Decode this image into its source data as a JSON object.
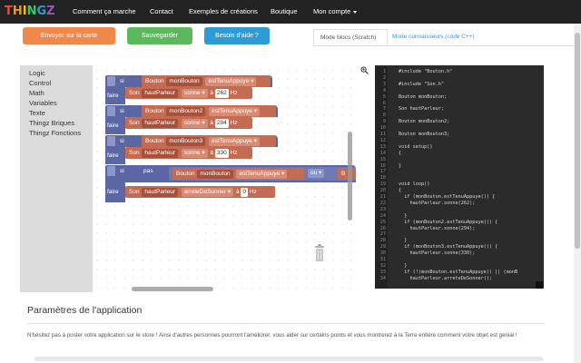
{
  "nav": {
    "logo_letters": [
      "T",
      "H",
      "I",
      "N",
      "G",
      "Z"
    ],
    "logo_colors": [
      "#e84e3c",
      "#f39c12",
      "#f1c40f",
      "#2ecc71",
      "#3498db",
      "#9b59b6"
    ],
    "links": [
      "Comment ça marche",
      "Contact",
      "Exemples de créations",
      "Boutique",
      "Mon compte"
    ]
  },
  "toolbar": {
    "send_label": "Envoyer sur la carte",
    "save_label": "Sauvegarder",
    "help_label": "Besoin d'aide ?",
    "send_color": "#f0884c",
    "save_color": "#5cb85c",
    "help_color": "#2f9bd6"
  },
  "tabs": {
    "blocks_mode": "Mode blocs (Scratch)",
    "expert_mode": "Mode connaisseurs (code C++)"
  },
  "toolbox": [
    "Logic",
    "Control",
    "Math",
    "Variables",
    "Texte",
    "Thingz Briques",
    "Thingz Fonctions"
  ],
  "blocks": {
    "si": "si",
    "faire": "faire",
    "pas": "pas",
    "bouton": "Bouton",
    "son": "Son",
    "a_label": "à",
    "hz": "Hz",
    "rows": [
      {
        "button": "monBouton",
        "cond": "estTenuAppuye ▾",
        "speaker": "hautParleur",
        "action": "sonne ▾",
        "value": "262"
      },
      {
        "button": "monBouton2",
        "cond": "estTenuAppuye ▾",
        "speaker": "hautParleur",
        "action": "sonne ▾",
        "value": "294"
      },
      {
        "button": "monBouton3",
        "cond": "estTenuAppuye ▾",
        "speaker": "hautParleur",
        "action": "sonne ▾",
        "value": "330"
      }
    ],
    "last": {
      "button": "monBouton",
      "cond": "estTenuAppuye ▾",
      "op": "ou ▾",
      "extra": "B",
      "speaker": "hautParleur",
      "action": "arreteDeSonner ▾",
      "value": "0"
    }
  },
  "code": {
    "lines": [
      {
        "n": "1",
        "t": "#include \"Bouton.h\""
      },
      {
        "n": "2",
        "t": ""
      },
      {
        "n": "3",
        "t": "#include \"Son.h\""
      },
      {
        "n": "4",
        "t": ""
      },
      {
        "n": "5",
        "t": "Bouton monBouton;"
      },
      {
        "n": "6",
        "t": ""
      },
      {
        "n": "7",
        "t": "Son hautParleur;"
      },
      {
        "n": "8",
        "t": ""
      },
      {
        "n": "9",
        "t": "Bouton monBouton2;"
      },
      {
        "n": "10",
        "t": ""
      },
      {
        "n": "11",
        "t": "Bouton monBouton3;"
      },
      {
        "n": "12",
        "t": ""
      },
      {
        "n": "13",
        "t": "void setup()"
      },
      {
        "n": "14",
        "t": "{"
      },
      {
        "n": "15",
        "t": ""
      },
      {
        "n": "16",
        "t": "}"
      },
      {
        "n": "17",
        "t": ""
      },
      {
        "n": "18",
        "t": ""
      },
      {
        "n": "19",
        "t": "void loop()"
      },
      {
        "n": "20",
        "t": "{"
      },
      {
        "n": "21",
        "t": "  if (monBouton.estTenuAppuye()) {"
      },
      {
        "n": "22",
        "t": "    hautParleur.sonne(262);"
      },
      {
        "n": "23",
        "t": ""
      },
      {
        "n": "24",
        "t": "  }"
      },
      {
        "n": "25",
        "t": "  if (monBouton2.estTenuAppuye()) {"
      },
      {
        "n": "26",
        "t": "    hautParleur.sonne(294);"
      },
      {
        "n": "27",
        "t": ""
      },
      {
        "n": "28",
        "t": "  }"
      },
      {
        "n": "29",
        "t": "  if (monBouton3.estTenuAppuye()) {"
      },
      {
        "n": "30",
        "t": "    hautParleur.sonne(330);"
      },
      {
        "n": "31",
        "t": ""
      },
      {
        "n": "32",
        "t": "  }"
      },
      {
        "n": "33",
        "t": "  if (!(monBouton.estTenuAppuye() || (monB"
      },
      {
        "n": "34",
        "t": "    hautParleur.arreteDeSonner();"
      }
    ]
  },
  "app_params": {
    "title": "Paramètres de l'application",
    "text": "N'hésitez pas à poster votre application sur le store ! Ainsi d'autres personnes pourront l'améliorer, vous aider sur certains points et vous montrerez à la Terre entière comment votre objet est génial !"
  }
}
